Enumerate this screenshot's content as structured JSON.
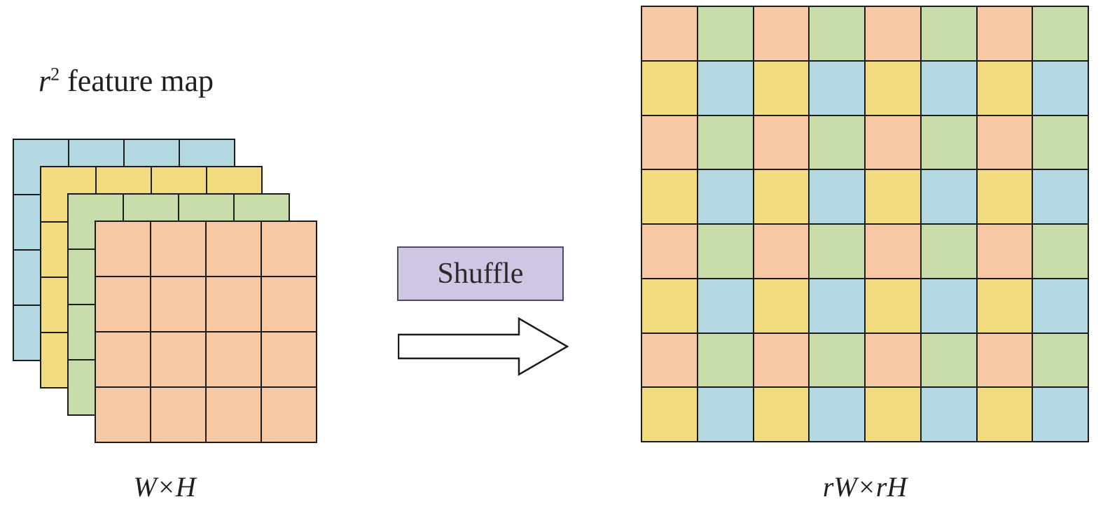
{
  "left": {
    "title": {
      "var": "r",
      "sup": "2",
      "rest": " feature map"
    },
    "size_label": "W×H"
  },
  "arrow": {
    "label": "Shuffle"
  },
  "right": {
    "size_label": "rW×rH"
  },
  "colors": {
    "blue": "#b4d9e2",
    "yellow": "#f3db7f",
    "green": "#c7dca9",
    "orange": "#f6c9a4",
    "shuffle_bg": "#d0c6e4",
    "line": "#1c1c1c"
  },
  "feature_maps": [
    {
      "name": "blue",
      "rows": 4,
      "cols": 4
    },
    {
      "name": "yellow",
      "rows": 4,
      "cols": 4
    },
    {
      "name": "green",
      "rows": 4,
      "cols": 4
    },
    {
      "name": "orange",
      "rows": 4,
      "cols": 4
    }
  ],
  "output_grid": {
    "rows": 8,
    "cols": 8,
    "cells": [
      [
        "orange",
        "green",
        "orange",
        "green",
        "orange",
        "green",
        "orange",
        "green"
      ],
      [
        "yellow",
        "blue",
        "yellow",
        "blue",
        "yellow",
        "blue",
        "yellow",
        "blue"
      ],
      [
        "orange",
        "green",
        "orange",
        "green",
        "orange",
        "green",
        "orange",
        "green"
      ],
      [
        "yellow",
        "blue",
        "yellow",
        "blue",
        "yellow",
        "blue",
        "yellow",
        "blue"
      ],
      [
        "orange",
        "green",
        "orange",
        "green",
        "orange",
        "green",
        "orange",
        "green"
      ],
      [
        "yellow",
        "blue",
        "yellow",
        "blue",
        "yellow",
        "blue",
        "yellow",
        "blue"
      ],
      [
        "orange",
        "green",
        "orange",
        "green",
        "orange",
        "green",
        "orange",
        "green"
      ],
      [
        "yellow",
        "blue",
        "yellow",
        "blue",
        "yellow",
        "blue",
        "yellow",
        "blue"
      ]
    ]
  }
}
